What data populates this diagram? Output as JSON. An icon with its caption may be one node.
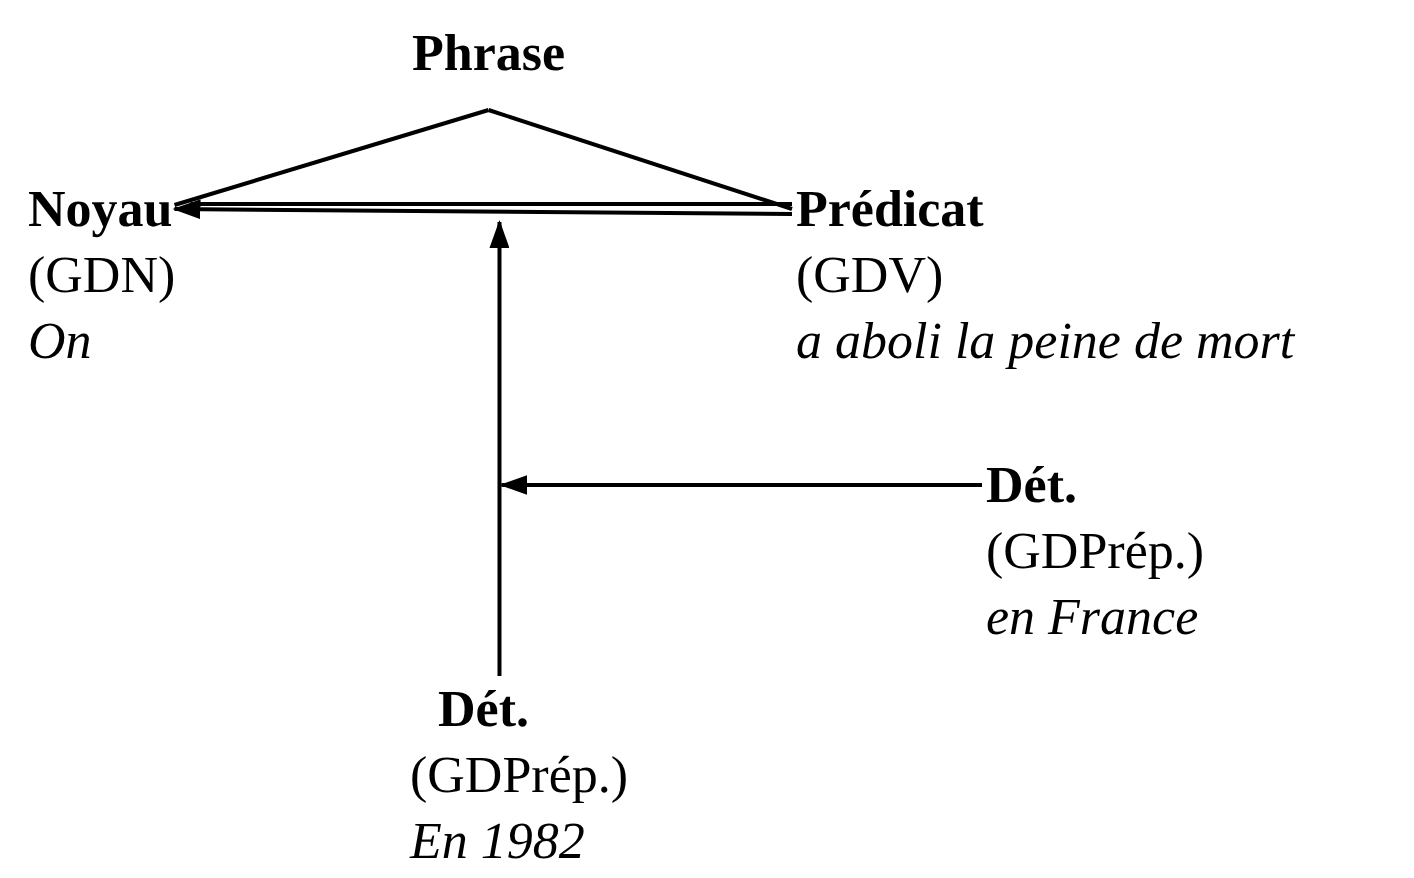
{
  "diagram": {
    "nodes": [
      {
        "text": [
          "Phrase"
        ]
      },
      {
        "text": [
          "Noyau",
          "(GDN)",
          "On"
        ]
      },
      {
        "text": [
          "Prédicat",
          "(GDV)",
          "a aboli la peine de mort"
        ]
      },
      {
        "text": [
          "Dét.",
          "(GDPrép.)",
          "en France"
        ]
      },
      {
        "text": [
          "Dét.",
          "(GDPrép.)",
          "En 1982"
        ]
      }
    ],
    "edges": [
      {
        "from": 0,
        "to": 1,
        "arrow": "none"
      },
      {
        "from": 0,
        "to": 2,
        "arrow": "none"
      },
      {
        "from": 2,
        "to": 1,
        "arrow": "to"
      },
      {
        "from": 3,
        "to": null,
        "arrow": "to"
      },
      {
        "from": 4,
        "to": null,
        "arrow": "to"
      }
    ]
  }
}
